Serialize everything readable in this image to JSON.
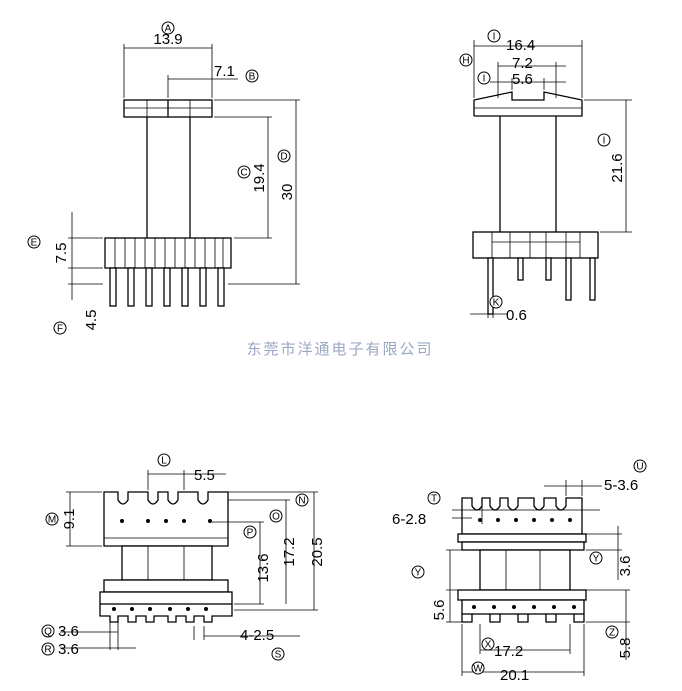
{
  "watermark": "东莞市洋通电子有限公司",
  "top_left": {
    "dims": [
      "13.9",
      "7.1",
      "19.4",
      "30",
      "7.5",
      "4.5"
    ],
    "tags": [
      "A",
      "B",
      "C",
      "D",
      "E",
      "F"
    ]
  },
  "top_right": {
    "dims": [
      "16.4",
      "7.2",
      "5.6",
      "21.6",
      "0.6"
    ],
    "tags": [
      "I",
      "H",
      "I",
      "I",
      "K"
    ]
  },
  "bottom_left": {
    "dims": [
      "5.5",
      "9.1",
      "13.6",
      "17.2",
      "20.5",
      "3.6",
      "3.6",
      "4-2.5"
    ],
    "tags": [
      "L",
      "M",
      "P",
      "O",
      "N",
      "Q",
      "R",
      "S"
    ]
  },
  "bottom_right": {
    "dims": [
      "5-3.6",
      "6-2.8",
      "3.6",
      "5.6",
      "5.8",
      "17.2",
      "20.1"
    ],
    "tags": [
      "U",
      "T",
      "Y",
      "Y",
      "Z",
      "X",
      "W"
    ]
  }
}
